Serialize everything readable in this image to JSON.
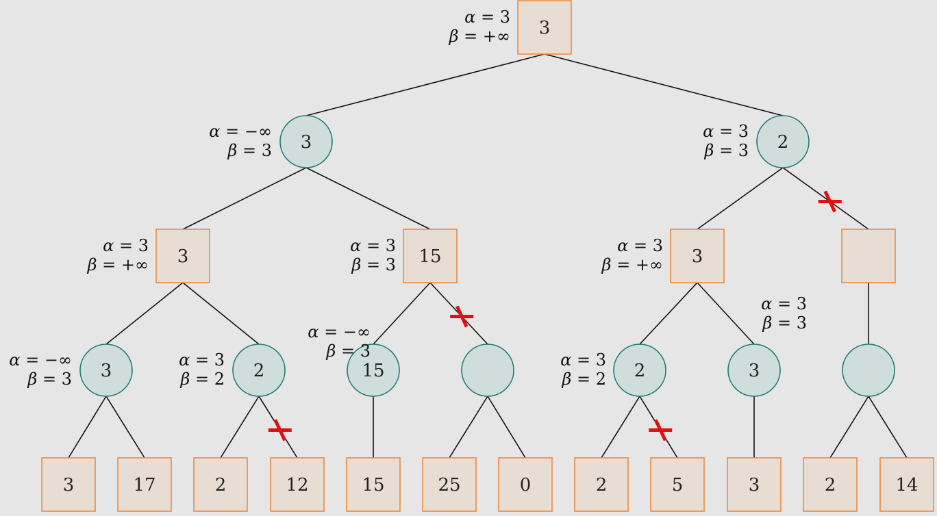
{
  "colors": {
    "background": "#e6e6e6",
    "max_fill": "#e8ddd3",
    "max_stroke": "#ee8a3c",
    "min_fill": "#cfdedd",
    "min_stroke": "#1f7a74",
    "edge": "#111111",
    "prune": "#dd1111"
  },
  "nodes": [
    {
      "id": "root",
      "type": "max",
      "value": "3",
      "alpha": "3",
      "beta": "+∞"
    },
    {
      "id": "n1",
      "type": "min",
      "value": "3",
      "alpha": "−∞",
      "beta": "3"
    },
    {
      "id": "n2",
      "type": "min",
      "value": "2",
      "alpha": "3",
      "beta": "3"
    },
    {
      "id": "n11",
      "type": "max",
      "value": "3",
      "alpha": "3",
      "beta": "+∞"
    },
    {
      "id": "n12",
      "type": "max",
      "value": "15",
      "alpha": "3",
      "beta": "3"
    },
    {
      "id": "n21",
      "type": "max",
      "value": "3",
      "alpha": "3",
      "beta": "+∞"
    },
    {
      "id": "n22",
      "type": "max",
      "value": "",
      "alpha": "",
      "beta": ""
    },
    {
      "id": "n111",
      "type": "min",
      "value": "3",
      "alpha": "−∞",
      "beta": "3"
    },
    {
      "id": "n112",
      "type": "min",
      "value": "2",
      "alpha": "3",
      "beta": "2"
    },
    {
      "id": "n121",
      "type": "min",
      "value": "15",
      "alpha": "−∞",
      "beta": "3"
    },
    {
      "id": "n122",
      "type": "min",
      "value": "",
      "alpha": "",
      "beta": ""
    },
    {
      "id": "n211",
      "type": "min",
      "value": "2",
      "alpha": "3",
      "beta": "2"
    },
    {
      "id": "n212",
      "type": "min",
      "value": "3",
      "alpha": "3",
      "beta": "3"
    },
    {
      "id": "n221",
      "type": "min",
      "value": "",
      "alpha": "",
      "beta": ""
    },
    {
      "id": "l1",
      "type": "leaf",
      "value": "3"
    },
    {
      "id": "l2",
      "type": "leaf",
      "value": "17"
    },
    {
      "id": "l3",
      "type": "leaf",
      "value": "2"
    },
    {
      "id": "l4",
      "type": "leaf",
      "value": "12"
    },
    {
      "id": "l5",
      "type": "leaf",
      "value": "15"
    },
    {
      "id": "l6",
      "type": "leaf",
      "value": "25"
    },
    {
      "id": "l7",
      "type": "leaf",
      "value": "0"
    },
    {
      "id": "l8",
      "type": "leaf",
      "value": "2"
    },
    {
      "id": "l9",
      "type": "leaf",
      "value": "5"
    },
    {
      "id": "l10",
      "type": "leaf",
      "value": "3"
    },
    {
      "id": "l11",
      "type": "leaf",
      "value": "2"
    },
    {
      "id": "l12",
      "type": "leaf",
      "value": "14"
    }
  ],
  "edges": [
    {
      "from": "root",
      "to": "n1",
      "pruned": false
    },
    {
      "from": "root",
      "to": "n2",
      "pruned": false
    },
    {
      "from": "n1",
      "to": "n11",
      "pruned": false
    },
    {
      "from": "n1",
      "to": "n12",
      "pruned": false
    },
    {
      "from": "n2",
      "to": "n21",
      "pruned": false
    },
    {
      "from": "n2",
      "to": "n22",
      "pruned": true
    },
    {
      "from": "n11",
      "to": "n111",
      "pruned": false
    },
    {
      "from": "n11",
      "to": "n112",
      "pruned": false
    },
    {
      "from": "n12",
      "to": "n121",
      "pruned": false
    },
    {
      "from": "n12",
      "to": "n122",
      "pruned": true
    },
    {
      "from": "n21",
      "to": "n211",
      "pruned": false
    },
    {
      "from": "n21",
      "to": "n212",
      "pruned": false
    },
    {
      "from": "n22",
      "to": "n221",
      "pruned": false
    },
    {
      "from": "n111",
      "to": "l1",
      "pruned": false
    },
    {
      "from": "n111",
      "to": "l2",
      "pruned": false
    },
    {
      "from": "n112",
      "to": "l3",
      "pruned": false
    },
    {
      "from": "n112",
      "to": "l4",
      "pruned": true
    },
    {
      "from": "n121",
      "to": "l5",
      "pruned": false
    },
    {
      "from": "n122",
      "to": "l6",
      "pruned": false
    },
    {
      "from": "n122",
      "to": "l7",
      "pruned": false
    },
    {
      "from": "n211",
      "to": "l8",
      "pruned": false
    },
    {
      "from": "n211",
      "to": "l9",
      "pruned": true
    },
    {
      "from": "n212",
      "to": "l10",
      "pruned": false
    },
    {
      "from": "n221",
      "to": "l11",
      "pruned": false
    },
    {
      "from": "n221",
      "to": "l12",
      "pruned": false
    }
  ]
}
